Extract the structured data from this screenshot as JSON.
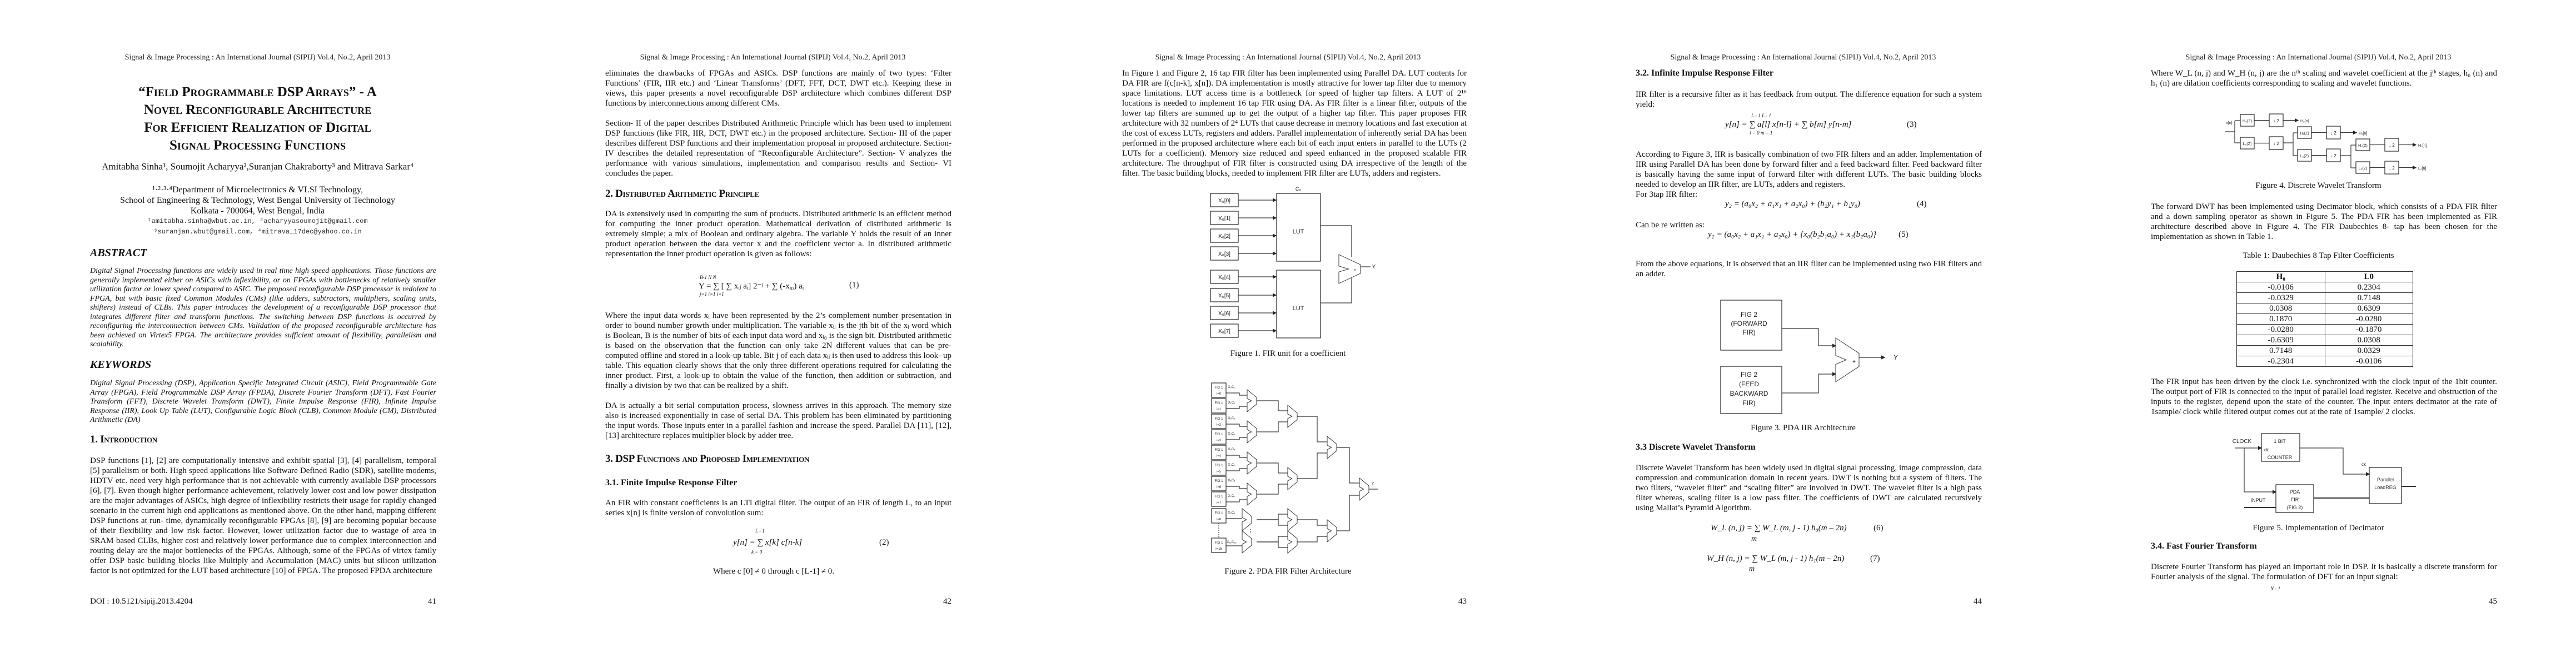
{
  "journal_header": "Signal & Image Processing : An International Journal (SIPIJ) Vol.4, No.2, April 2013",
  "page1": {
    "title_lines": [
      "“Field Programmable DSP Arrays” - A",
      "Novel Reconfigurable Architecture",
      "For Efficient Realization of Digital",
      "Signal Processing Functions"
    ],
    "authors": "Amitabha Sinha¹, Soumojit Acharyya²,Suranjan Chakraborty³ and Mitrava Sarkar⁴",
    "affiliation": [
      "¹·²·³·⁴Department of Microelectronics & VLSI Technology,",
      "School of Engineering & Technology, West Bengal University of Technology",
      "Kolkata - 700064, West Bengal, India"
    ],
    "emails": [
      "¹amitabha.sinha@wbut.ac.in, ²acharyyasoumojit@gmail.com",
      "³suranjan.wbut@gmail.com, ⁴mitrava_17dec@yahoo.co.in"
    ],
    "abstract_heading": "ABSTRACT",
    "abstract": "Digital Signal Processing functions are widely used in real time high speed applications. Those functions are generally implemented either on ASICs with inflexibility, or on FPGAs with bottlenecks of relatively smaller utilization factor or lower speed compared to ASIC. The proposed reconfigurable DSP processor is redolent to FPGA, but with basic fixed Common Modules (CMs) (like adders, subtractors, multipliers, scaling units, shifters) instead of CLBs. This paper introduces the development of a reconfigurable DSP processor that integrates different filter and transform functions. The switching between DSP functions is occurred by reconfiguring the interconnection between CMs. Validation of the proposed reconfigurable architecture has been achieved on Virtex5 FPGA. The architecture provides sufficient amount of flexibility, parallelism and scalability.",
    "keywords_heading": "KEYWORDS",
    "keywords": "Digital Signal Processing (DSP), Application Specific Integrated Circuit (ASIC), Field Programmable Gate Array (FPGA), Field Programmable DSP Array (FPDA), Discrete Fourier Transform (DFT), Fast Fourier Transform (FFT), Discrete Wavelet Transform (DWT), Finite Impulse Response (FIR), Infinite Impulse Response (IIR), Look Up Table (LUT), Configurable Logic Block (CLB), Common Module (CM), Distributed Arithmetic (DA)",
    "intro_heading": "1. Introduction",
    "intro": "DSP functions [1], [2] are computationally intensive and exhibit spatial [3], [4] parallelism, temporal [5] parallelism or both. High speed applications like Software Defined Radio (SDR), satellite modems, HDTV etc. need very high performance that is not achievable with currently available DSP processors [6], [7]. Even though higher performance achievement, relatively lower cost and low power dissipation are the major advantages of ASICs, high degree of inflexibility restricts their usage for rapidly changed scenario in the current high end applications as mentioned above. On the other hand, mapping different DSP functions at run- time, dynamically reconfigurable FPGAs [8], [9] are becoming popular because of their flexibility and low risk factor. However, lower utilization factor due to wastage of area in SRAM based CLBs, higher cost and relatively lower performance due to complex interconnection and routing delay are the major bottlenecks of the FPGAs. Although, some of the FPGAs of virtex family offer DSP basic building blocks like Multiply and Accumulation (MAC) units but silicon utilization factor is not optimized for the LUT based architecture [10] of FPGA.  The proposed FPDA architecture",
    "doi": "DOI : 10.5121/sipij.2013.4204",
    "page_number": "41"
  },
  "page2": {
    "para1": "eliminates the drawbacks of FPGAs and ASICs. DSP functions are mainly of two types: ‘Filter Functions’ (FIR, IIR etc.) and ‘Linear Transforms’ (DFT, FFT, DCT, DWT etc.). Keeping these in views, this paper presents a novel reconfigurable DSP architecture which combines different DSP functions by interconnections among different CMs.",
    "para2": "Section- II of the paper describes Distributed Arithmetic Principle which has been used to implement DSP functions (like FIR, IIR, DCT, DWT etc.) in the proposed architecture. Section- III of the paper describes different DSP functions and their implementation proposal in proposed architecture. Section- IV describes the detailed representation of “Reconfigurable Architecture”. Section- V analyzes the performance with various simulations, implementation and comparison results and Section- VI concludes the paper.",
    "heading2": "2. Distributed Arithmetic Principle",
    "para3": "DA is extensively used in computing the sum of products. Distributed arithmetic is an efficient method for computing the inner product operation. Mathematical derivation of distributed arithmetic is extremely simple; a mix of Boolean and ordinary algebra. The variable Y holds the result of an inner product operation between the data vector x and the coefficient vector a. In distributed arithmetic representation the inner product operation is given as follows:",
    "eq1": {
      "main": "Y = ∑ [ ∑ xᵢⱼ aᵢ] 2⁻ʲ + ∑ (-xᵢ₀) aᵢ",
      "upper": "B-1    N                          N",
      "lower": "j=1   i=1                         i=1",
      "number": "(1)"
    },
    "para4": "Where the input data words xᵢ have been represented by the 2’s complement number presentation in order to bound number growth under multiplication. The variable xᵢⱼ is the jth bit of the xᵢ word which is Boolean, B is the number of bits of each input data word and xᵢ₀ is the sign bit. Distributed arithmetic is based on the observation that the function can only take 2N different values that can be pre-computed offline and stored in a look-up table. Bit j of each data xᵢⱼ is then used to address this look- up table. This equation clearly shows that the only three different operations required for calculating the inner product. First, a look-up to obtain the value of the function, then addition or subtraction, and finally a division by two that can be realized by a shift.",
    "para5": "DA is actually a bit serial computation process, slowness arrives in this approach. The memory size also is increased exponentially in case of serial DA. This problem has been eliminated by partitioning the input words. Those inputs enter in a parallel fashion and increase the speed. Parallel DA [11], [12], [13] architecture replaces multiplier block by adder tree.",
    "heading3": "3. DSP Functions and Proposed Implementation",
    "heading31": "3.1. Finite Impulse Response Filter",
    "para6": "An FIR with constant coefficients is an LTI digital filter. The output of an FIR of length L, to an input series x[n] is finite version of convolution sum:",
    "eq2": {
      "main": "y[n] = ∑ x[k] c[n-k]",
      "upper": "L - 1",
      "lower": "k = 0",
      "number": "(2)"
    },
    "where": "Where c [0] ≠ 0 through    c [L-1] ≠ 0.",
    "page_number": "42"
  },
  "page3": {
    "para1": "In Figure 1 and Figure 2, 16 tap FIR filter has been implemented using Parallel DA. LUT contents for DA FIR are f(c[n-k], x[n]). DA implementation is mostly attractive for lower tap filter due to memory space limitations. LUT access time is a bottleneck for speed of higher tap filters. A LUT of 2¹⁶ locations is needed to implement 16 tap FIR using DA. As FIR filter is a linear filter, outputs of the lower tap filters are summed up to get the output of a higher tap filter. This paper proposes FIR architecture with 32 numbers of 2⁴ LUTs that cause decrease in memory locations and fast execution at the cost of excess LUTs, registers and adders. Parallel implementation of inherently serial DA has been performed in the proposed architecture where each bit of each input enters in parallel to the LUTs (2 LUTs for a coefficient). Memory size reduced and speed enhanced in the proposed scalable FIR architecture. The throughput of FIR filter is constructed using DA irrespective of the length of the filter. The basic building blocks, needed to implement FIR filter are LUTs, adders and registers.",
    "fig1": {
      "inputs": [
        "X₀[0]",
        "X₀[1]",
        "X₀[2]",
        "X₀[3]",
        "X₀[4]",
        "X₀[5]",
        "X₀[6]",
        "X₀[7]"
      ],
      "lut": "LUT",
      "coef": "C₀",
      "plus": "+",
      "output": "Y",
      "caption": "Figure 1. FIR unit for a coefficient"
    },
    "fig2": {
      "box_label": "FIG 1",
      "indices": [
        "i=0",
        "i=1",
        "i=2",
        "i=3",
        "i=4",
        "i=5",
        "i=6",
        "i=7",
        "i=8",
        "i=15"
      ],
      "products": [
        "X₀C₀",
        "X₁C₁",
        "X₂C₂",
        "X₃C₃",
        "X₄C₄",
        "X₅C₅",
        "X₆C₆",
        "X₇C₇",
        "X₈C₈",
        "X₁₅C₁₅"
      ],
      "output": "Y",
      "caption": "Figure 2. PDA FIR Filter Architecture"
    },
    "page_number": "43"
  },
  "page4": {
    "heading32": "3.2.  Infinite Impulse Response Filter",
    "para1": "IIR filter is a recursive filter as it has feedback from output. The difference equation for such a system yield:",
    "eq3": {
      "main": "y[n] = ∑ a[l] x[n-l] + ∑ b[m] y[n-m]",
      "upper": "L - 1                        L - 1",
      "lower": "i = 0                        m = 1",
      "number": "(3)"
    },
    "para2": "According to Figure 3, IIR is basically combination of two FIR filters and an adder. Implementation of IIR using Parallel DA has been done by forward filter and a feed backward filter. Feed backward filter is basically having the same input of forward filter with different LUTs. The basic building blocks needed to develop an IIR filter, are LUTs, adders and registers.",
    "for3tap": "For 3tap IIR filter:",
    "eq4": {
      "main": "y₂ = (a₀x₂ + a₁x₁ + a₂x₀) + (b₂y₁ + b₁y₀)",
      "number": "(4)"
    },
    "rewritten": "Can be re written as:",
    "eq5": {
      "main": "y₂ = (a₀x₂ + a₁x₁ + a₂x₀) + {x₀(b₂b₁a₀) + x₁(b₂a₀)}",
      "number": "(5)"
    },
    "para3": "From the above equations, it is observed that an IIR filter can be implemented using two FIR filters and an adder.",
    "fig3": {
      "forward": [
        "FIG 2",
        "(FORWARD",
        "FIR)"
      ],
      "backward": [
        "FIG 2",
        "(FEED",
        "BACKWARD",
        "FIR)"
      ],
      "plus": "+",
      "output": "Y",
      "caption": "Figure 3. PDA IIR Architecture"
    },
    "heading33": "3.3 Discrete Wavelet Transform",
    "para4": "Discrete Wavelet Transform has been widely used in digital signal processing, image compression, data compression and communication domain in recent years. DWT is nothing but a system of filters. The two filters, “wavelet filter” and “scaling filter” are involved in DWT. The wavelet filter is a high pass filter whereas, scaling filter is a low pass filter. The coefficients of DWT are calculated recursively using Mallat’s Pyramid Algorithm.",
    "eq6": {
      "main": "W_L (n, j) = ∑ W_L (m, j - 1) h₀(m – 2n)",
      "lower": "m",
      "number": "(6)"
    },
    "eq7": {
      "main": "W_H (n, j) = ∑ W_L (m, j - 1) h₁(m – 2n)",
      "lower": "m",
      "number": "(7)"
    },
    "page_number": "44"
  },
  "page5": {
    "para1": "Where W_L (n, j) and W_H (n, j) are the nᵗʰ scaling and wavelet coefficient at the jᵗʰ stages, h₀ (n) and h₁ (n) are dilation coefficients corresponding to scaling and wavelet functions.",
    "fig4": {
      "input": "x[n]",
      "filters": [
        "H₀(Z)",
        "L₀(Z)",
        "H₁(Z)",
        "L₁(Z)",
        "H₂(Z)",
        "L₂(Z)"
      ],
      "downsample": "↓ 2",
      "outputs": [
        "H₀[n]",
        "H₁[n]",
        "H₂[n]",
        "L₂[n]"
      ],
      "caption": "Figure 4. Discrete Wavelet Transform"
    },
    "para2": "The forward DWT has been implemented using Decimator block, which consists of a PDA FIR filter and a down sampling operator as shown in Figure 5. The PDA FIR has been implemented as FIR architecture described above in Figure 4. The FIR Daubechies 8- tap has been chosen for the implementation as shown in Table 1.",
    "table": {
      "caption": "Table 1: Daubechies 8 Tap Filter Coefficients",
      "headers": [
        "H₀",
        "L0"
      ],
      "rows": [
        [
          "-0.0106",
          "0.2304"
        ],
        [
          "-0.0329",
          "0.7148"
        ],
        [
          "0.0308",
          "0.6309"
        ],
        [
          "0.1870",
          "-0.0280"
        ],
        [
          "-0.0280",
          "-0.1870"
        ],
        [
          "-0.6309",
          "0.0308"
        ],
        [
          "0.7148",
          "0.0329"
        ],
        [
          "-0.2304",
          "-0.0106"
        ]
      ]
    },
    "para3": "The FIR input has been driven by the clock i.e. synchronized with the clock input of the 1bit counter. The output port of FIR is connected to the input of parallel load register. Receive and obstruction of the inputs to the register, depend upon the state of the counter. The input enters decimator at the rate of 1sample/ clock while filtered output comes out at the rate of 1sample/ 2 clocks.",
    "fig5": {
      "clock": "CLOCK",
      "ck": "ck",
      "counter": [
        "1 BIT",
        "COUNTER"
      ],
      "register": [
        "Parallel",
        "LoadREG"
      ],
      "fir": [
        "PDA",
        "FIR",
        "(FIG 2)"
      ],
      "input": "INPUT",
      "caption": "Figure 5. Implementation of Decimator"
    },
    "heading34": "3.4. Fast Fourier Transform",
    "para4": "Discrete Fourier Transform has played an important role in DSP. It is basically a discrete transform for Fourier analysis of the signal. The formulation of DFT for an input signal:",
    "eq_upper": "N - 1",
    "page_number": "45"
  }
}
